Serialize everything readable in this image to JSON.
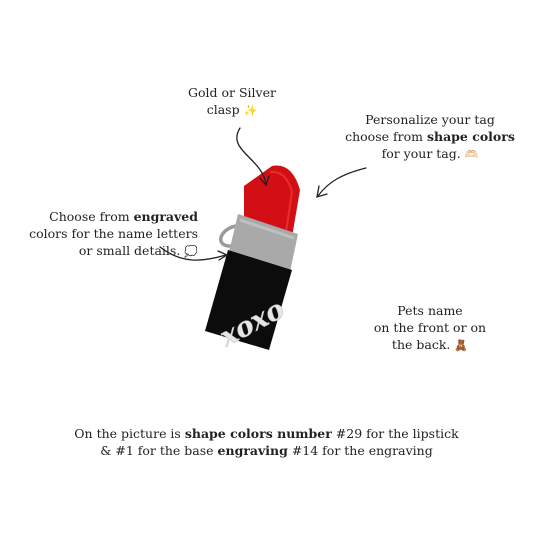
{
  "notes": {
    "clasp": {
      "line1": "Gold or Silver",
      "line2": "clasp",
      "glyph": "✨"
    },
    "shape": {
      "line1": "Personalize your tag",
      "line2_pre": "choose from ",
      "line2_bold": "shape colors",
      "line3": "for your tag.",
      "glyph": "🫶🏻"
    },
    "engrave": {
      "line1_pre": "Choose from ",
      "line1_bold": "engraved",
      "line2": "colors for the name letters",
      "line3": "or small details.",
      "glyph": "💭"
    },
    "pets": {
      "line1": "Pets name",
      "line2": "on the front or on",
      "line3": "the back.",
      "glyph": "🧸"
    }
  },
  "caption": {
    "p1": "On the picture is ",
    "b1": "shape colors number",
    "p2": " #29 for the lipstick",
    "p3": "& #1 for the base ",
    "b2": "engraving",
    "p4": " #14 for the engraving"
  },
  "tag": {
    "engraved_text": "xoxo"
  },
  "colors": {
    "lipstick": "#d20f14",
    "collar": "#a9a9a9",
    "base": "#0c0c0c",
    "engraving": "#e6e6e6",
    "ring": "#9a9a9a"
  }
}
